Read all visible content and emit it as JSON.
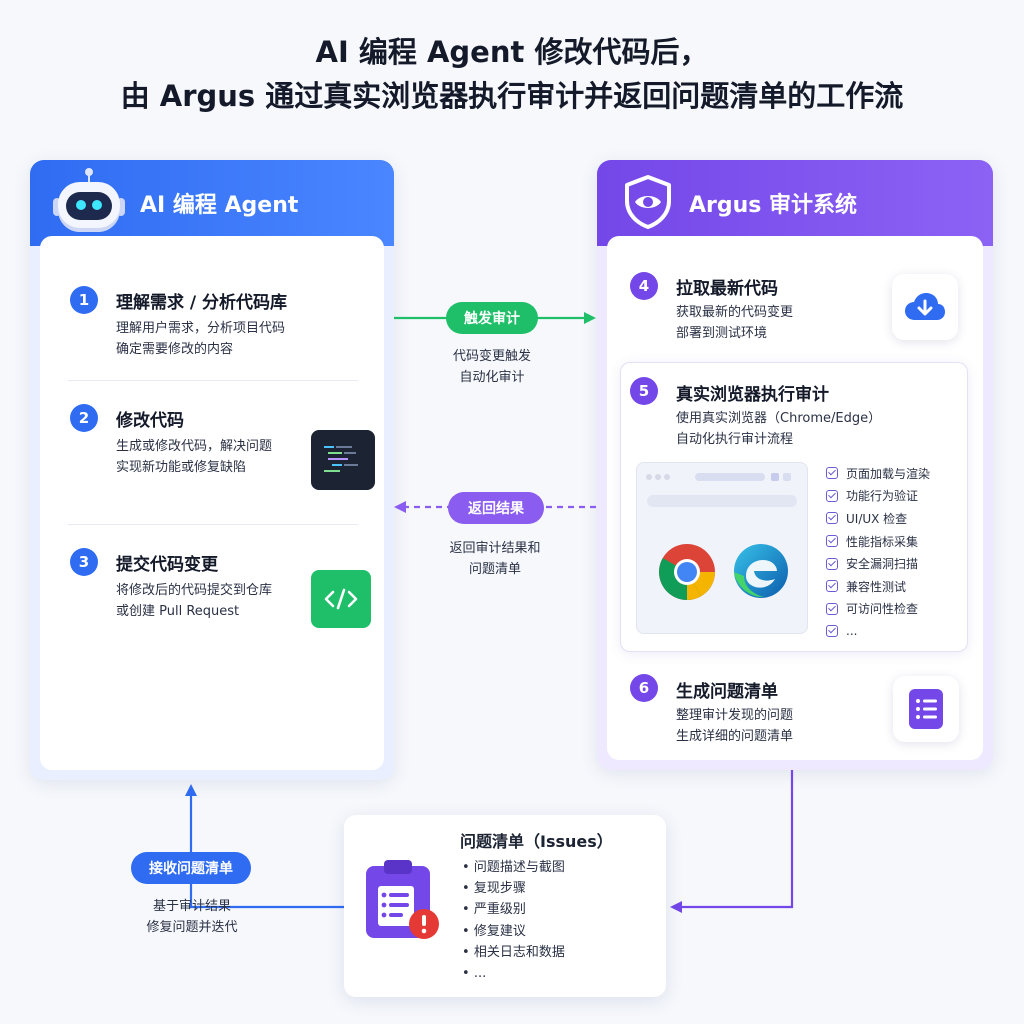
{
  "title": {
    "line1": "AI 编程 Agent 修改代码后，",
    "line2": "由 Argus 通过真实浏览器执行审计并返回问题清单的工作流"
  },
  "agent_panel": {
    "title": "AI 编程 Agent",
    "steps": [
      {
        "num": "1",
        "title": "理解需求 / 分析代码库",
        "desc1": "理解用户需求，分析项目代码",
        "desc2": "确定需要修改的内容"
      },
      {
        "num": "2",
        "title": "修改代码",
        "desc1": "生成或修改代码，解决问题",
        "desc2": "实现新功能或修复缺陷"
      },
      {
        "num": "3",
        "title": "提交代码变更",
        "desc1": "将修改后的代码提交到仓库",
        "desc2": "或创建 Pull Request"
      }
    ]
  },
  "argus_panel": {
    "title": "Argus 审计系统",
    "steps": [
      {
        "num": "4",
        "title": "拉取最新代码",
        "desc1": "获取最新的代码变更",
        "desc2": "部署到测试环境"
      },
      {
        "num": "5",
        "title": "真实浏览器执行审计",
        "desc1": "使用真实浏览器（Chrome/Edge）",
        "desc2": "自动化执行审计流程"
      },
      {
        "num": "6",
        "title": "生成问题清单",
        "desc1": "整理审计发现的问题",
        "desc2": "生成详细的问题清单"
      }
    ],
    "checks": [
      "页面加载与渲染",
      "功能行为验证",
      "UI/UX 检查",
      "性能指标采集",
      "安全漏洞扫描",
      "兼容性测试",
      "可访问性检查",
      "..."
    ]
  },
  "connectors": {
    "trigger": {
      "label": "触发审计",
      "cap1": "代码变更触发",
      "cap2": "自动化审计"
    },
    "return": {
      "label": "返回结果",
      "cap1": "返回审计结果和",
      "cap2": "问题清单"
    },
    "receive": {
      "label": "接收问题清单",
      "cap1": "基于审计结果",
      "cap2": "修复问题并迭代"
    }
  },
  "issues": {
    "title": "问题清单（Issues）",
    "items": [
      "问题描述与截图",
      "复现步骤",
      "严重级别",
      "修复建议",
      "相关日志和数据",
      "..."
    ]
  },
  "colors": {
    "blue": "#2f6cf2",
    "purple": "#7447e8",
    "green": "#1fbf6a",
    "red": "#e53935"
  }
}
